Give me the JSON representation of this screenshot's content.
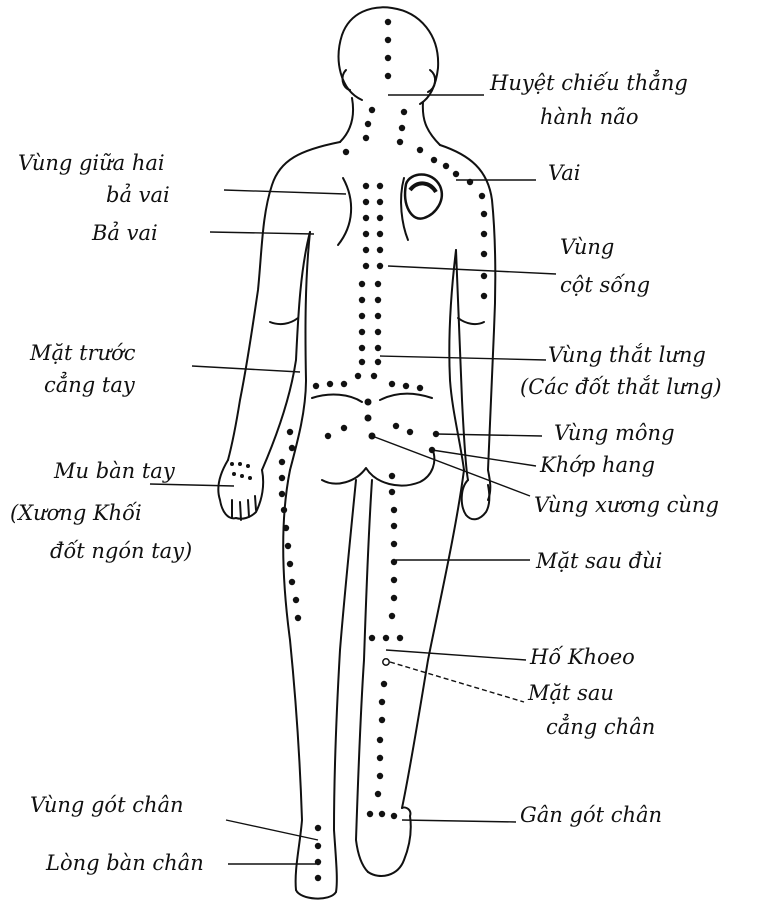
{
  "colors": {
    "ink": "#111111",
    "paper": "#ffffff"
  },
  "labels": {
    "huyet_line1": "Huyệt chiếu thẳng",
    "huyet_line2": "hành não",
    "vai": "Vai",
    "vung_cot_song_1": "Vùng",
    "vung_cot_song_2": "cột sống",
    "vung_that_lung": "Vùng thắt lưng",
    "cac_dot_that_lung": "(Các đốt thắt lưng)",
    "vung_mong": "Vùng mông",
    "khop_hang": "Khớp hang",
    "vung_xuong_cung": "Vùng xương cùng",
    "mat_sau_dui": "Mặt sau đùi",
    "ho_khoeo": "Hố Khoeo",
    "mat_sau_cang_chan_1": "Mặt sau",
    "mat_sau_cang_chan_2": "cẳng chân",
    "gan_got_chan": "Gân gót chân",
    "vung_giua_hai_ba_vai_1": "Vùng giữa hai",
    "vung_giua_hai_ba_vai_2": "bả vai",
    "ba_vai": "Bả vai",
    "mat_truoc_cang_tay_1": "Mặt trước",
    "mat_truoc_cang_tay_2": "cẳng tay",
    "mu_ban_tay": "Mu bàn tay",
    "xuong_khoi_1": "(Xương Khối",
    "xuong_khoi_2": "đốt ngón tay)",
    "vung_got_chan": "Vùng gót chân",
    "long_ban_chan": "Lòng bàn chân"
  }
}
